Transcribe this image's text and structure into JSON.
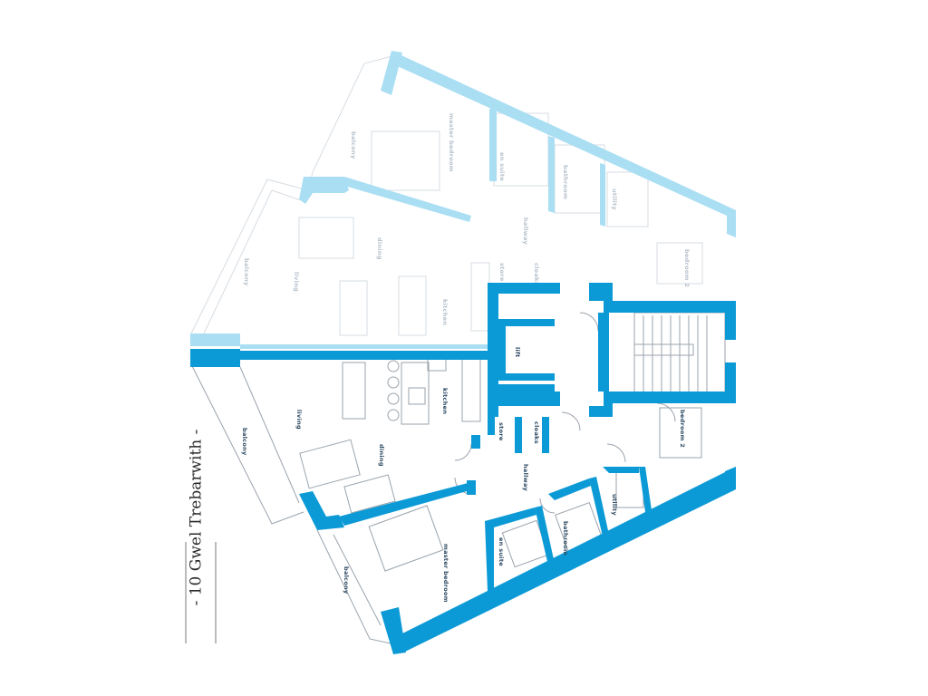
{
  "title": "- 10 Gwel Trebarwith -",
  "colors": {
    "wall": "#0c9ad6",
    "wall_faded": "#a9def3",
    "line": "#9aa3ad",
    "line_faded": "#d7dde3",
    "label": "#2d4a63",
    "label_faded": "#b7c2cc"
  },
  "rooms_main": {
    "lift": "lift",
    "living": "living",
    "dining": "dining",
    "kitchen": "kitchen",
    "balcony_upper": "balcony",
    "balcony_lower": "balcony",
    "store": "store",
    "cloaks": "cloaks",
    "hallway": "hallway",
    "en_suite": "en suite",
    "bathroom": "bathroom",
    "utility": "utility",
    "bedroom_2": "bedroom 2",
    "master_bedroom": "master bedroom"
  },
  "rooms_upper": {
    "balcony_top": "balcony",
    "master_bedroom": "master bedroom",
    "en_suite": "en suite",
    "bathroom": "bathroom",
    "utility": "utility",
    "hallway": "hallway",
    "store": "store",
    "cloaks": "cloaks",
    "bedroom_2": "bedroom 2",
    "balcony": "balcony",
    "living": "living",
    "dining": "dining",
    "kitchen": "kitchen"
  }
}
